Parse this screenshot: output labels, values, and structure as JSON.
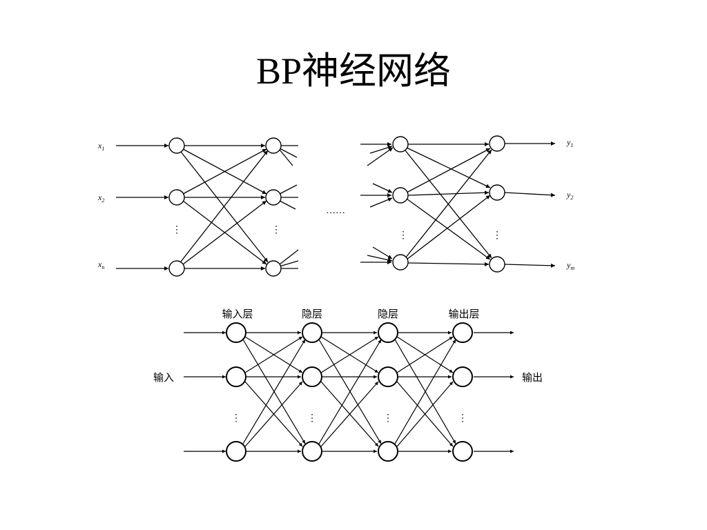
{
  "slide": {
    "title": "BP神经网络"
  },
  "top_diagram": {
    "inputs": [
      {
        "base": "x",
        "sub": "1"
      },
      {
        "base": "x",
        "sub": "2"
      },
      {
        "base": "x",
        "sub": "n"
      }
    ],
    "outputs": [
      {
        "base": "y",
        "sub": "1"
      },
      {
        "base": "y",
        "sub": "2"
      },
      {
        "base": "y",
        "sub": "m"
      }
    ],
    "middle_ellipsis": "……",
    "vertical_ellipsis": "⋮"
  },
  "bottom_diagram": {
    "layer_labels": [
      "输入层",
      "隐层",
      "隐层",
      "输出层"
    ],
    "input_label": "输入",
    "output_label": "输出",
    "vertical_ellipsis": "⋮"
  }
}
